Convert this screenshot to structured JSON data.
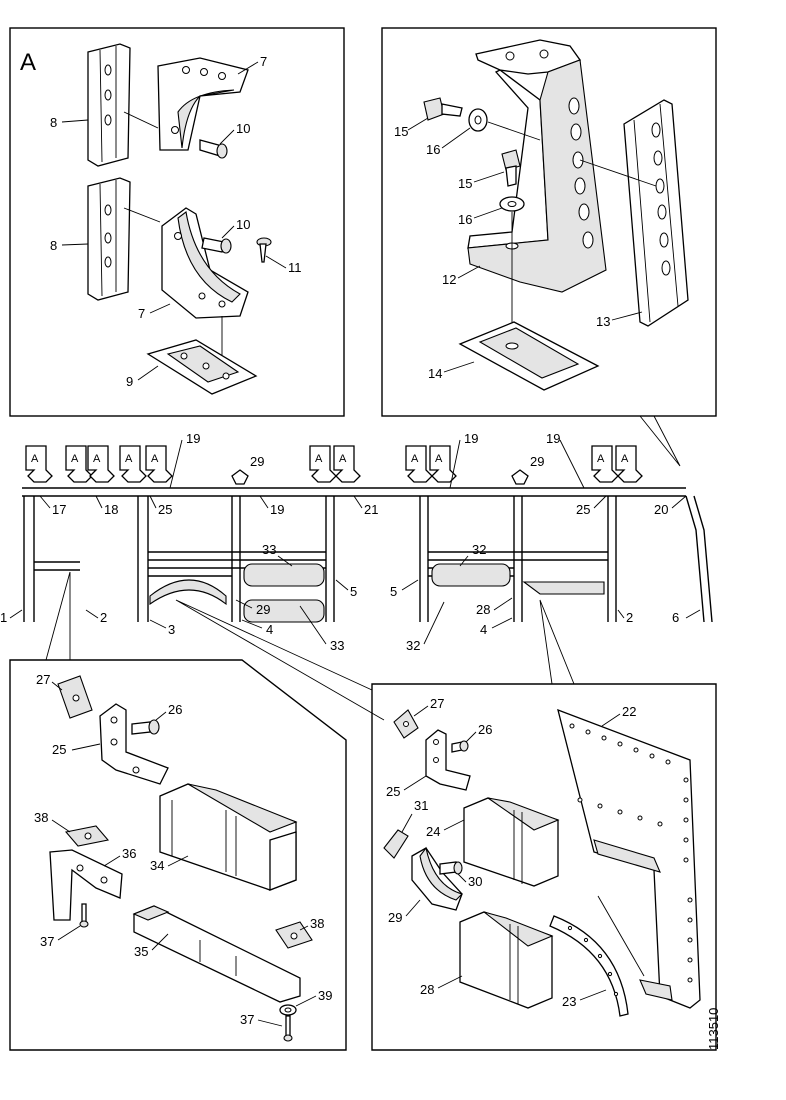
{
  "figure_id": "113510",
  "detail_label": "A",
  "panel_a": {
    "labels": [
      "8",
      "7",
      "10",
      "8",
      "10",
      "11",
      "7",
      "9"
    ]
  },
  "panel_top_right": {
    "labels": [
      "15",
      "16",
      "15",
      "16",
      "12",
      "13",
      "14"
    ]
  },
  "main_frame": {
    "bracket_mark": "A",
    "labels": [
      "19",
      "29",
      "19",
      "29",
      "19",
      "17",
      "18",
      "25",
      "19",
      "21",
      "25",
      "20",
      "33",
      "32",
      "5",
      "5",
      "1",
      "2",
      "3",
      "29",
      "4",
      "33",
      "32",
      "28",
      "4",
      "2",
      "6"
    ]
  },
  "panel_bottom_left": {
    "labels": [
      "27",
      "26",
      "25",
      "38",
      "36",
      "34",
      "37",
      "35",
      "38",
      "39",
      "37"
    ]
  },
  "panel_bottom_right": {
    "labels": [
      "27",
      "26",
      "22",
      "25",
      "31",
      "24",
      "30",
      "29",
      "28",
      "23"
    ]
  }
}
